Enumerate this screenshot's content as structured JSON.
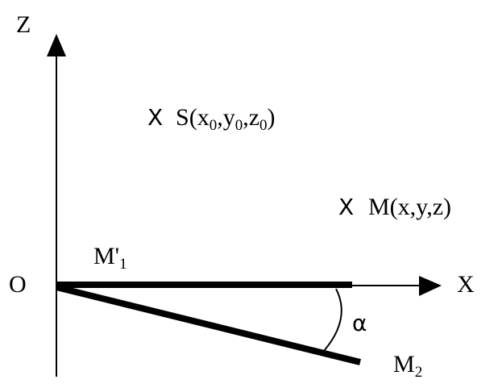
{
  "axes": {
    "z_label": "Z",
    "x_label": "X",
    "origin_label": "O"
  },
  "points": {
    "s": {
      "marker": "X",
      "name": "S",
      "open": "(",
      "x": "x",
      "x_sub": "0",
      "y": "y",
      "y_sub": "0",
      "z": "z",
      "z_sub": "0",
      "close": ")",
      "sep": ","
    },
    "m": {
      "marker": "X",
      "text": "M(x,y,z)"
    },
    "m1": {
      "name": "M'",
      "sub": "1"
    },
    "m2": {
      "name": "M",
      "sub": "2"
    }
  },
  "angle": {
    "label": "α"
  }
}
